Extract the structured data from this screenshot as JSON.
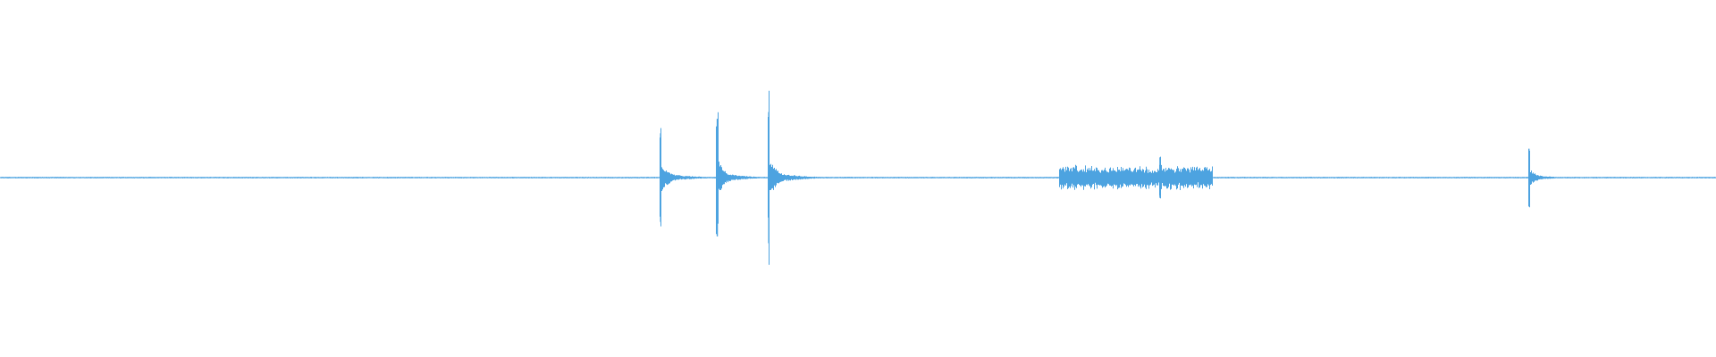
{
  "colors": {
    "background": "#ffffff",
    "waveform": "#4da3e0"
  },
  "waveform": {
    "duration_fraction_markers": [],
    "events": [
      {
        "t": 0.385,
        "amp": 0.46,
        "decay": 0.015,
        "type": "transient"
      },
      {
        "t": 0.418,
        "amp": 0.61,
        "decay": 0.012,
        "type": "transient"
      },
      {
        "t": 0.448,
        "amp": 0.68,
        "decay": 0.014,
        "type": "transient"
      },
      {
        "t": 0.662,
        "amp": 0.1,
        "decay": 0.045,
        "type": "noise-burst"
      },
      {
        "t": 0.676,
        "amp": 0.21,
        "decay": 0.012,
        "type": "transient"
      },
      {
        "t": 0.891,
        "amp": 0.3,
        "decay": 0.012,
        "type": "transient"
      }
    ],
    "noise_floor": 0.006
  }
}
